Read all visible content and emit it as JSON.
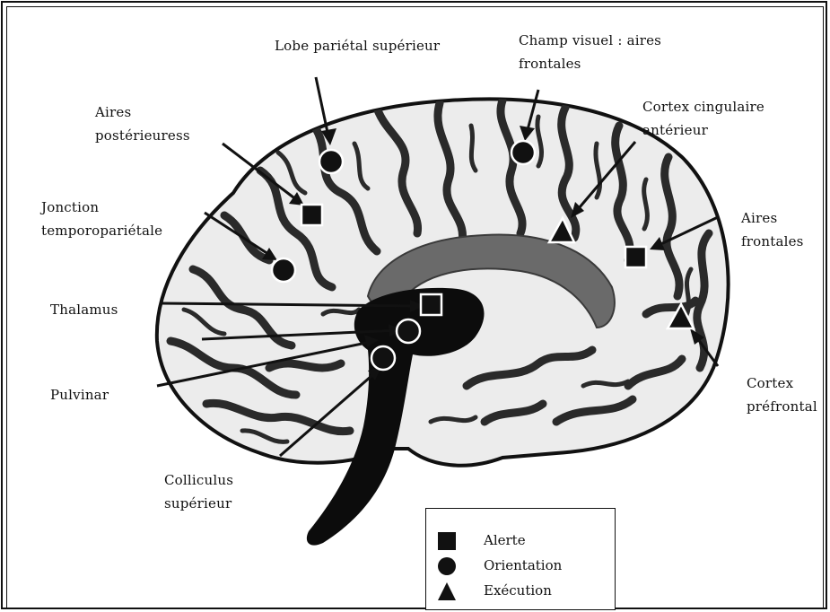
{
  "labels": {
    "lobe_parietal": "Lobe pariétal supérieur",
    "champ_visuel": "Champ visuel : aires\nfrontales",
    "aires_posterieures": "Aires\npostérieuress",
    "cortex_cingulaire": "Cortex cingulaire\nantérieur",
    "jonction": "Jonction\ntemporopariétale",
    "aires_frontales": "Aires\nfrontales",
    "thalamus": "Thalamus",
    "pulvinar": "Pulvinar",
    "cortex_prefrontal": "Cortex\npréfrontal",
    "colliculus": "Colliculus\nsupérieur"
  },
  "legend": {
    "items": [
      {
        "symbol": "square",
        "label": "Alerte"
      },
      {
        "symbol": "circle",
        "label": "Orientation"
      },
      {
        "symbol": "triangle",
        "label": "Exécution"
      }
    ]
  },
  "colors": {
    "ink": "#111111",
    "brain_fill": "#e9e9e9",
    "gyri_dark": "#2a2a2a",
    "deep_structure": "#0c0c0c"
  }
}
